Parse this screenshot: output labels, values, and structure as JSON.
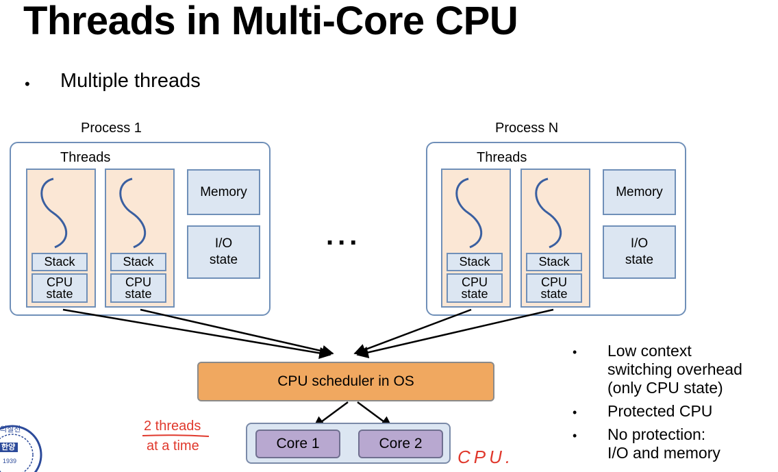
{
  "title": "Threads in Multi-Core CPU",
  "bullet": "Multiple threads",
  "process1": {
    "label": "Process 1",
    "threads_label": "Threads",
    "stack": "Stack",
    "cpu_state_line1": "CPU",
    "cpu_state_line2": "state",
    "memory": "Memory",
    "io_line1": "I/O",
    "io_line2": "state"
  },
  "processN": {
    "label": "Process N",
    "threads_label": "Threads",
    "stack": "Stack",
    "cpu_state_line1": "CPU",
    "cpu_state_line2": "state",
    "memory": "Memory",
    "io_line1": "I/O",
    "io_line2": "state"
  },
  "ellipsis": "...",
  "scheduler": "CPU scheduler in OS",
  "cores": [
    "Core 1",
    "Core 2"
  ],
  "annotation": {
    "line1": "2 threads",
    "line2": "at a time",
    "cpu": "CPU."
  },
  "right_bullets": [
    [
      "Low context",
      "switching overhead",
      "(only CPU state)"
    ],
    [
      "Protected CPU"
    ],
    [
      "No protection:",
      "I/O and memory"
    ]
  ],
  "logo": {
    "text_top": "의실천",
    "text_mid": "한양",
    "year": "1939"
  },
  "colors": {
    "thread_fill": "#fbe7d5",
    "box_fill": "#dce6f2",
    "border": "#6f8fb8",
    "scheduler_fill": "#f0a860",
    "core_fill": "#b8a8d0",
    "annotation": "#e0382c"
  }
}
